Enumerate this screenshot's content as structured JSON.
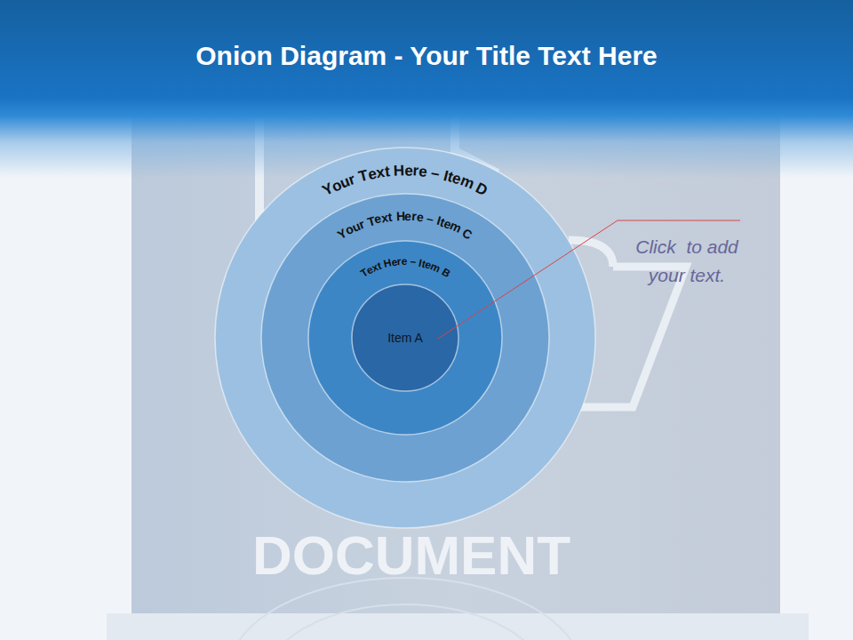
{
  "diagram": {
    "title": "Onion Diagram - Your Title Text Here",
    "nodes": [
      {
        "text": [
          "Your Text Here – Item D"
        ]
      },
      {
        "text": [
          "Your Text Here – Item C"
        ],
        "in": 0
      },
      {
        "text": [
          "Text Here – Item B"
        ],
        "in": 1
      },
      {
        "text": [
          "Item A"
        ],
        "in": 2
      }
    ],
    "labels": [
      "Click  to add your text.",
      "DOCUMENT"
    ]
  }
}
